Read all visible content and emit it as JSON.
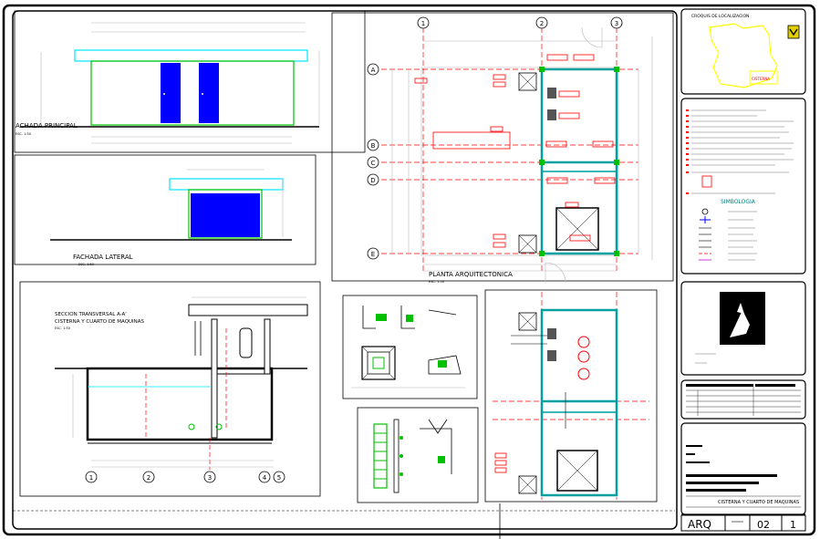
{
  "views": {
    "fachada_principal": {
      "title": "ACHADA PRINCIPAL",
      "scale": "ESC. 1:50"
    },
    "fachada_lateral": {
      "title": "FACHADA LATERAL",
      "scale": "ESC. 1:50"
    },
    "planta": {
      "title": "PLANTA ARQUITECTONICA",
      "scale": "ESC. 1:50"
    },
    "seccion": {
      "title_line1": "SECCION TRANSVERSAL A-A'",
      "title_line2": "CISTERNA Y CUARTO DE MAQUINAS",
      "scale": "ESC. 1:50"
    }
  },
  "grid": {
    "columns": [
      "1",
      "2",
      "3"
    ],
    "rows": [
      "A",
      "B",
      "C",
      "D",
      "E"
    ],
    "section_axes": [
      "1",
      "2",
      "3",
      "4",
      "5"
    ]
  },
  "panel": {
    "location_title": "CROQUIS DE LOCALIZACION",
    "location_label": "CISTERNA",
    "simbologia": "SIMBOLOGIA",
    "project_title": "CISTERNA Y CUARTO DE MAQUINAS",
    "sheet_code": "ARQ",
    "sheet_number": "02",
    "sheet_total": "1"
  },
  "colors": {
    "frame": "#000000",
    "axis": "#ff0000",
    "wall": "#00a0a0",
    "cyan": "#00e5ff",
    "blue": "#0000ff",
    "green": "#00c000",
    "yellow": "#ffff00",
    "magenta": "#d000d0",
    "dim": "#b8b8b8"
  }
}
